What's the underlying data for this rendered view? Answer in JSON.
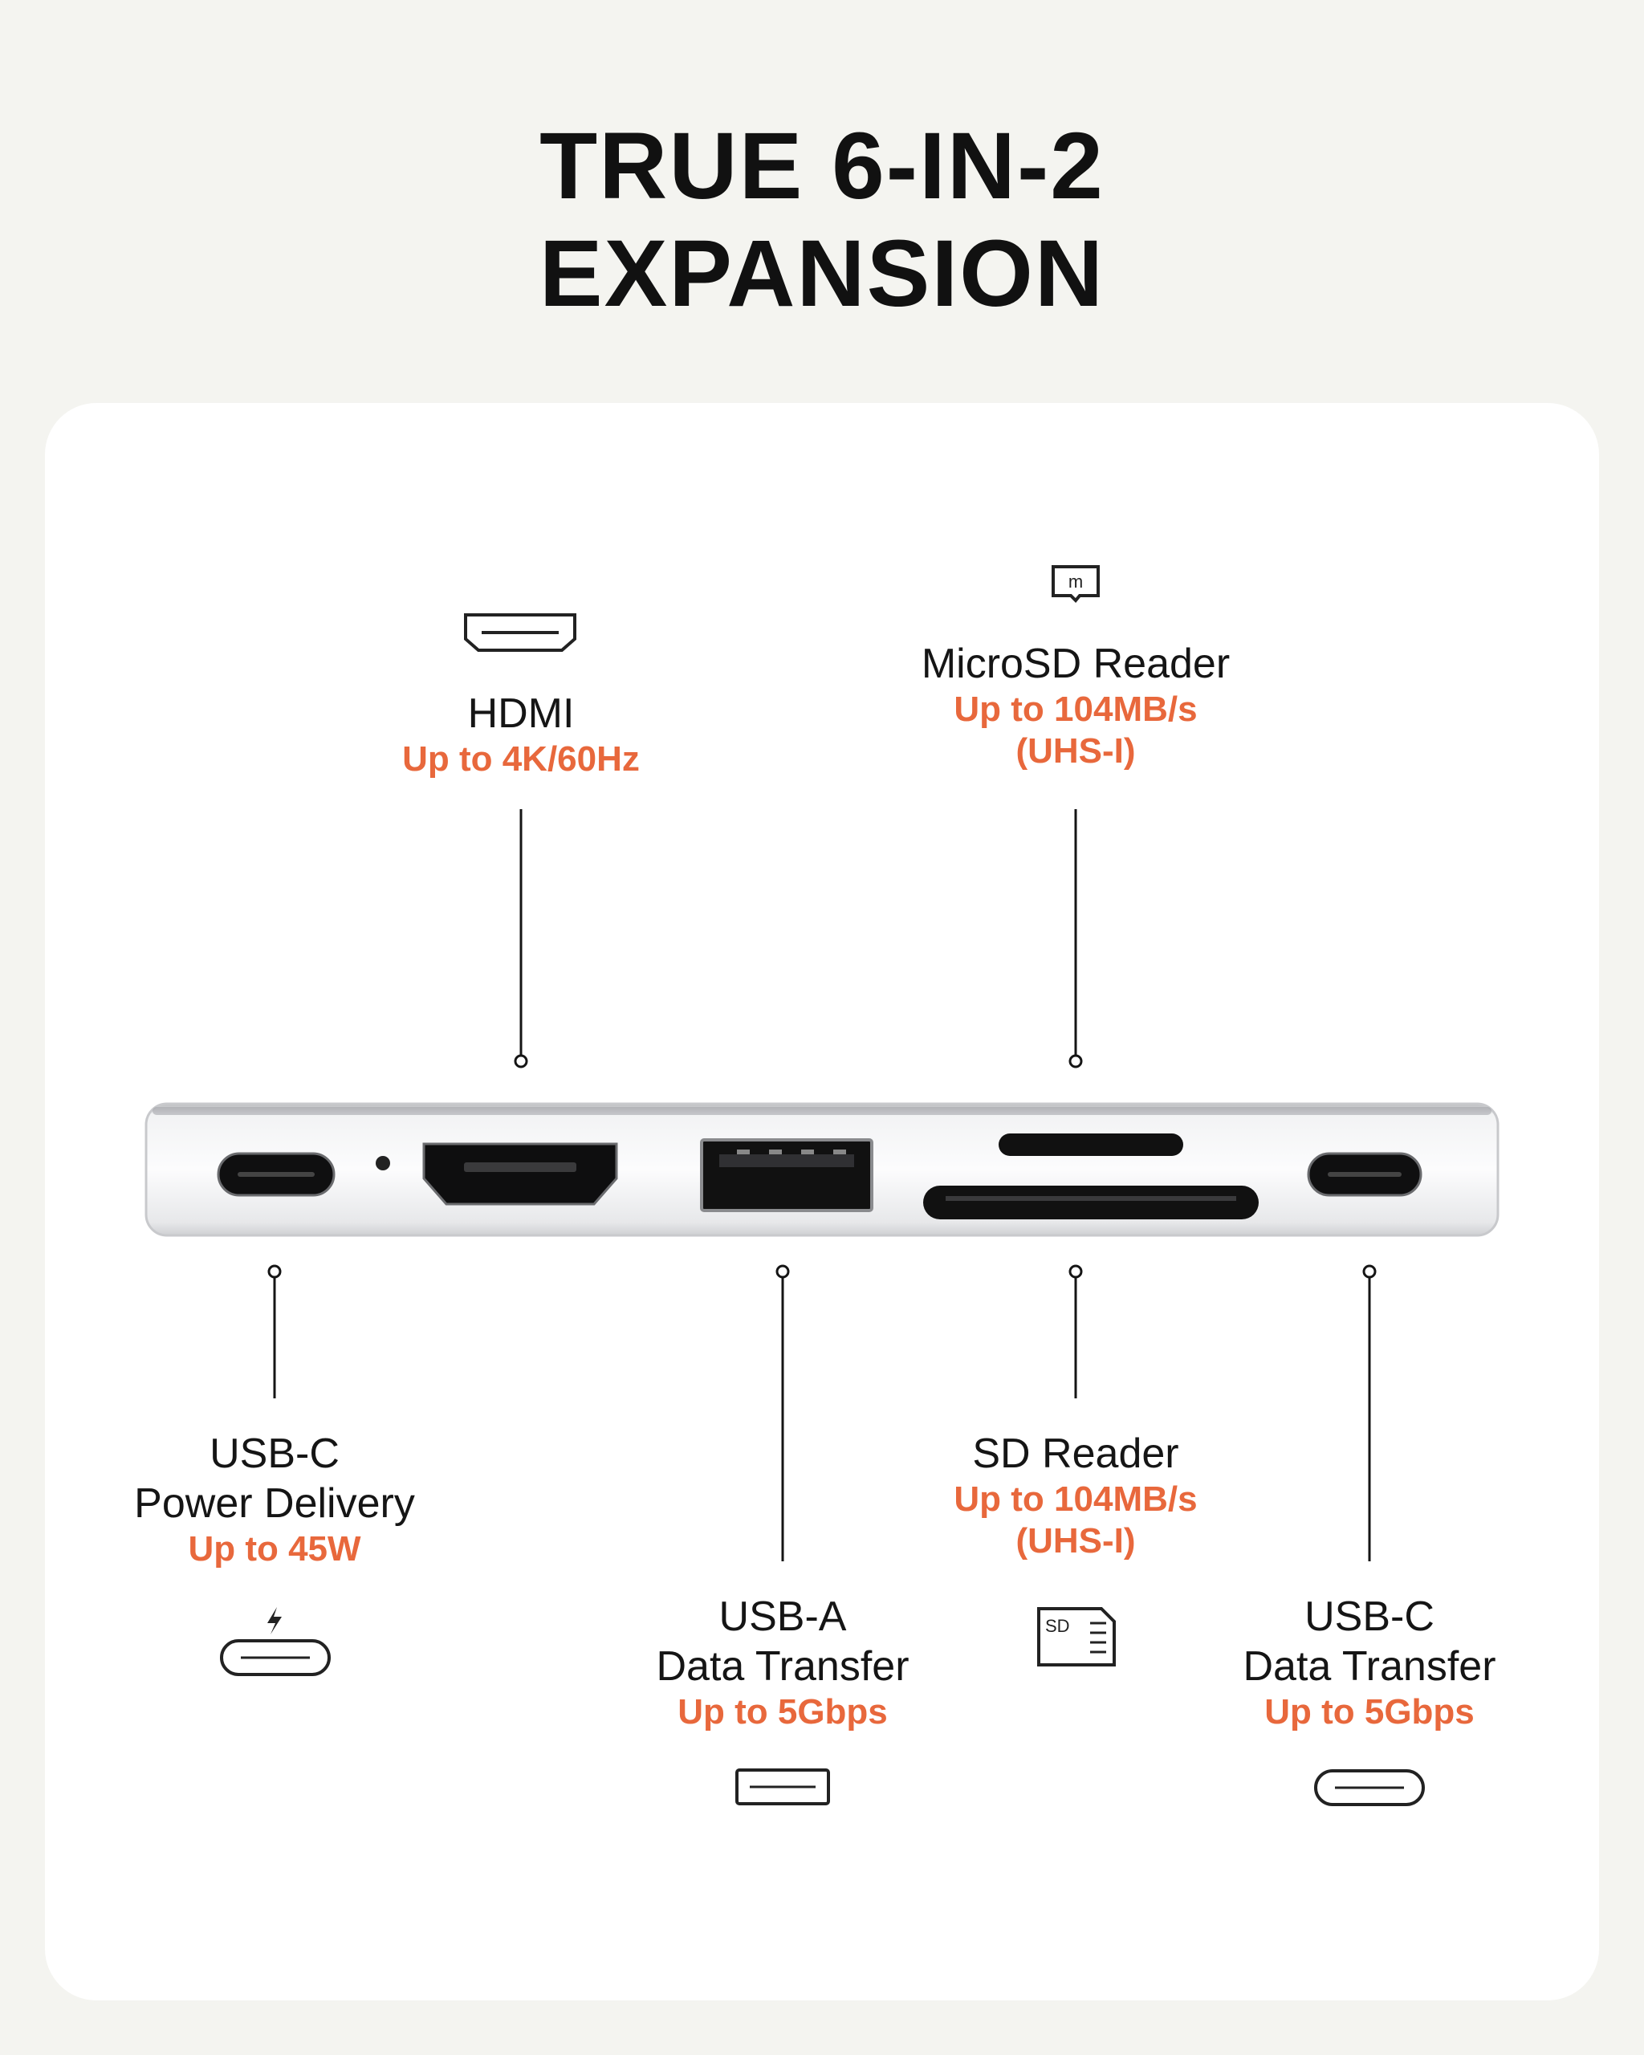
{
  "headline": {
    "line1": "TRUE 6-IN-2",
    "line2": "EXPANSION"
  },
  "colors": {
    "accent": "#e8683c",
    "background": "#f4f4f0",
    "card": "#ffffff",
    "text": "#151515"
  },
  "ports": {
    "hdmi": {
      "title": "HDMI",
      "spec": "Up to 4K/60Hz",
      "icon": "hdmi-icon"
    },
    "microsd": {
      "title": "MicroSD Reader",
      "spec1": "Up to 104MB/s",
      "spec2": "(UHS-I)",
      "icon": "microsd-card-icon"
    },
    "usbc_pd": {
      "title1": "USB-C",
      "title2": "Power Delivery",
      "spec": "Up to 45W",
      "icon": "usb-c-power-icon"
    },
    "usba": {
      "title1": "USB-A",
      "title2": "Data Transfer",
      "spec": "Up to 5Gbps",
      "icon": "usb-a-icon"
    },
    "sd": {
      "title": "SD Reader",
      "spec1": "Up to 104MB/s",
      "spec2": "(UHS-I)",
      "icon": "sd-card-icon",
      "icon_text": "SD"
    },
    "usbc_data": {
      "title1": "USB-C",
      "title2": "Data Transfer",
      "spec": "Up to 5Gbps",
      "icon": "usb-c-icon"
    }
  }
}
